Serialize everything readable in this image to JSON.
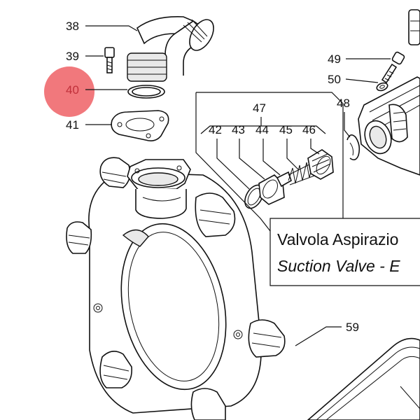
{
  "highlight": {
    "label": "40",
    "color": "#f0696e"
  },
  "callouts": {
    "n38": "38",
    "n39": "39",
    "n40": "40",
    "n41": "41",
    "n42": "42",
    "n43": "43",
    "n44": "44",
    "n45": "45",
    "n46": "46",
    "n47": "47",
    "n48": "48",
    "n49": "49",
    "n50": "50",
    "n59": "59"
  },
  "caption": {
    "line1": "Valvola Aspirazio",
    "line2": "Suction Valve - E"
  }
}
